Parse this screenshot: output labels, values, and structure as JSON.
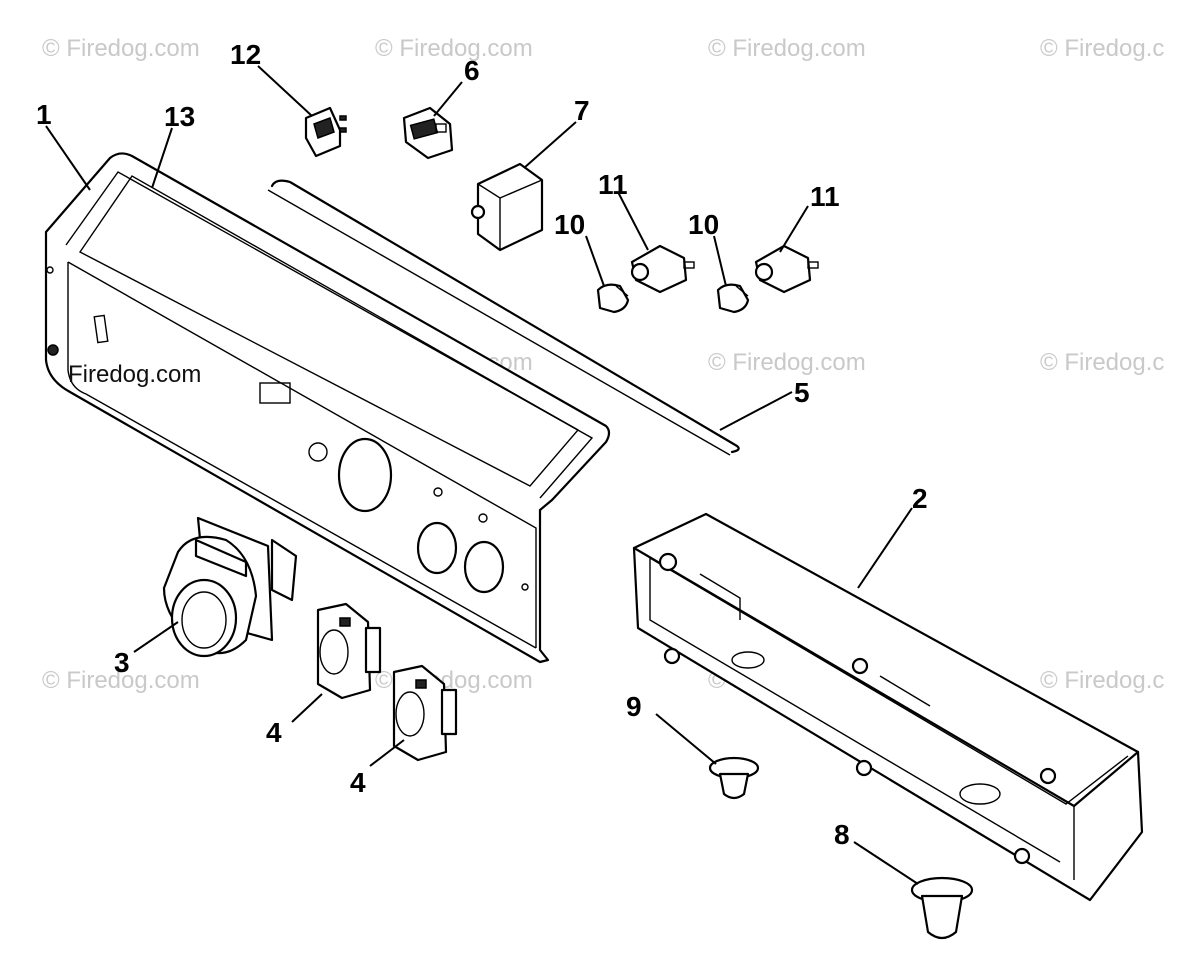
{
  "watermarks": {
    "w1": "© Firedog.com",
    "w2": "© Firedog.com",
    "w3": "© Firedog.com",
    "w4": "© Firedog.c",
    "w5": "© Firedog.com",
    "w6": "© Firedog.com",
    "w7": "© Firedog.c",
    "w8": "© Firedog.com",
    "w9": "© Firedog.com",
    "w10": "© Firedog.com",
    "w11": "© Firedog.c",
    "panel_wm": "Firedog.com"
  },
  "callouts": {
    "c1": "1",
    "c2": "2",
    "c3": "3",
    "c4a": "4",
    "c4b": "4",
    "c5": "5",
    "c6": "6",
    "c7": "7",
    "c8": "8",
    "c9": "9",
    "c10a": "10",
    "c10b": "10",
    "c11a": "11",
    "c11b": "11",
    "c12": "12",
    "c13": "13"
  }
}
